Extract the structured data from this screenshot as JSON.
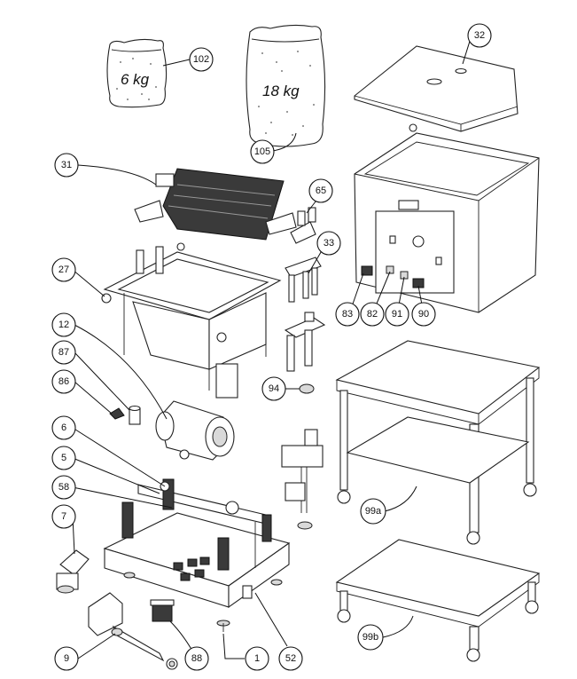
{
  "bags": [
    {
      "id": "bag-6kg",
      "label": "6 kg"
    },
    {
      "id": "bag-18kg",
      "label": "18 kg"
    }
  ],
  "callouts": [
    {
      "id": "102",
      "label": "102"
    },
    {
      "id": "105",
      "label": "105"
    },
    {
      "id": "32",
      "label": "32"
    },
    {
      "id": "31",
      "label": "31"
    },
    {
      "id": "65",
      "label": "65"
    },
    {
      "id": "33",
      "label": "33"
    },
    {
      "id": "27",
      "label": "27"
    },
    {
      "id": "12",
      "label": "12"
    },
    {
      "id": "87",
      "label": "87"
    },
    {
      "id": "86",
      "label": "86"
    },
    {
      "id": "94",
      "label": "94"
    },
    {
      "id": "83",
      "label": "83"
    },
    {
      "id": "82",
      "label": "82"
    },
    {
      "id": "91",
      "label": "91"
    },
    {
      "id": "90",
      "label": "90"
    },
    {
      "id": "6",
      "label": "6"
    },
    {
      "id": "5",
      "label": "5"
    },
    {
      "id": "58",
      "label": "58"
    },
    {
      "id": "7",
      "label": "7"
    },
    {
      "id": "9",
      "label": "9"
    },
    {
      "id": "88",
      "label": "88"
    },
    {
      "id": "1",
      "label": "1"
    },
    {
      "id": "52",
      "label": "52"
    },
    {
      "id": "99a",
      "label": "99a"
    },
    {
      "id": "99b",
      "label": "99b"
    }
  ]
}
